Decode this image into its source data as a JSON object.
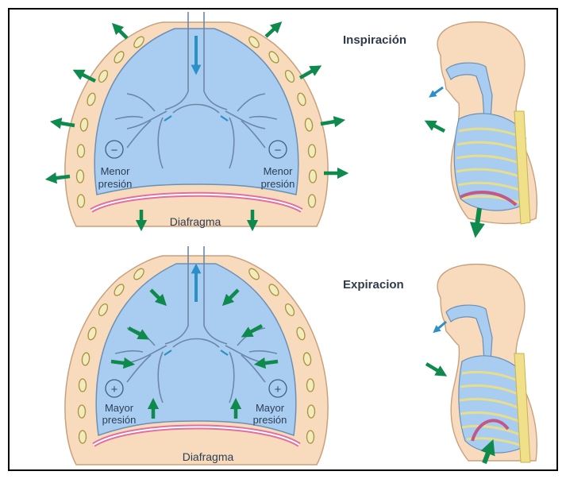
{
  "colors": {
    "skin": "#f7dbbc",
    "skin_stroke": "#caa07c",
    "lung": "#a9cdf0",
    "lung_stroke": "#6b8fb6",
    "airway": "#6c87a8",
    "diaphragm": "#e070a0",
    "rib": "#f2ebc0",
    "rib_stroke": "#a8923a",
    "arrow_green": "#0f8a4d",
    "arrow_blue": "#2b8fc8",
    "spine": "#f0e08a"
  },
  "inspiration": {
    "title": "Inspiración",
    "left_label_line1": "Menor",
    "left_label_line2": "presión",
    "right_label_line1": "Menor",
    "right_label_line2": "presión",
    "pressure_symbol_left": "−",
    "pressure_symbol_right": "−",
    "diaphragm_label": "Diafragma"
  },
  "expiration": {
    "title": "Expiracion",
    "left_label_line1": "Mayor",
    "left_label_line2": "presión",
    "right_label_line1": "Mayor",
    "right_label_line2": "presión",
    "pressure_symbol_left": "+",
    "pressure_symbol_right": "+",
    "diaphragm_label": "Diafragma"
  }
}
